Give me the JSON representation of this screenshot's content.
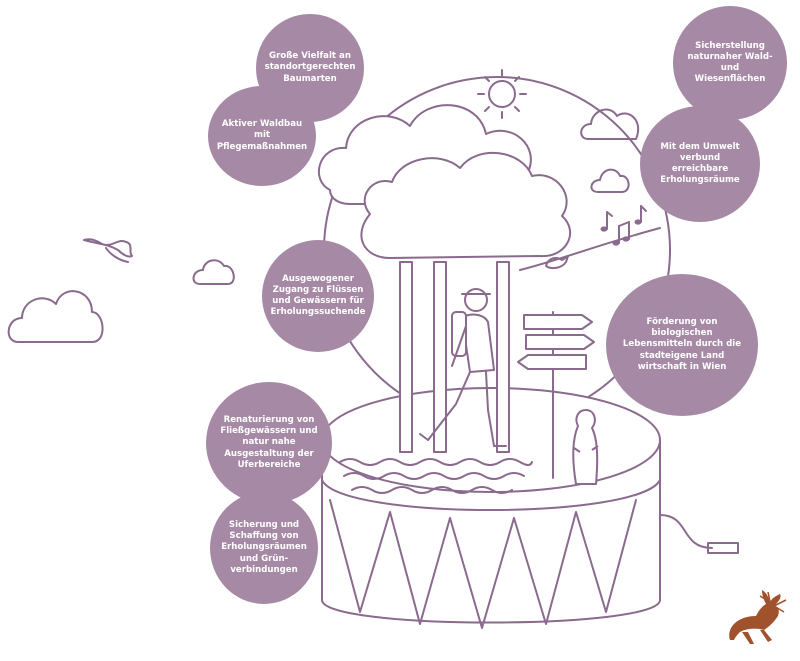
{
  "colors": {
    "bubble": "#a68aa5",
    "line": "#8a6a8d",
    "logo": "#a0522d"
  },
  "bubbles": [
    {
      "id": "b1",
      "text": "Große Vielfalt an standortgerechten Baumarten"
    },
    {
      "id": "b2",
      "text": "Aktiver Waldbau mit Pflegemaßnahmen"
    },
    {
      "id": "b3",
      "text": "Sicherstellung naturnaher Wald- und Wiesenflächen"
    },
    {
      "id": "b4",
      "text": "Mit dem Umwelt verbund erreichbare Erholungsräume"
    },
    {
      "id": "b5",
      "text": "Ausgewogener Zugang zu Flüssen und Gewässern für Erholungssuchende"
    },
    {
      "id": "b6",
      "text": "Förderung von biologischen Lebensmitteln durch die stadteigene Land wirtschaft in Wien"
    },
    {
      "id": "b7",
      "text": "Renaturierung von Fließgewässern und natur nahe Ausgestaltung der Uferbereiche"
    },
    {
      "id": "b8",
      "text": "Sicherung und Schaffung von Erholungsräumen und Grün-verbindungen"
    }
  ],
  "icons": [
    "sun-icon",
    "cloud-icon",
    "bird-icon",
    "music-notes-icon",
    "signpost-icon",
    "hiker-icon",
    "marmot-icon",
    "deer-logo-icon"
  ]
}
